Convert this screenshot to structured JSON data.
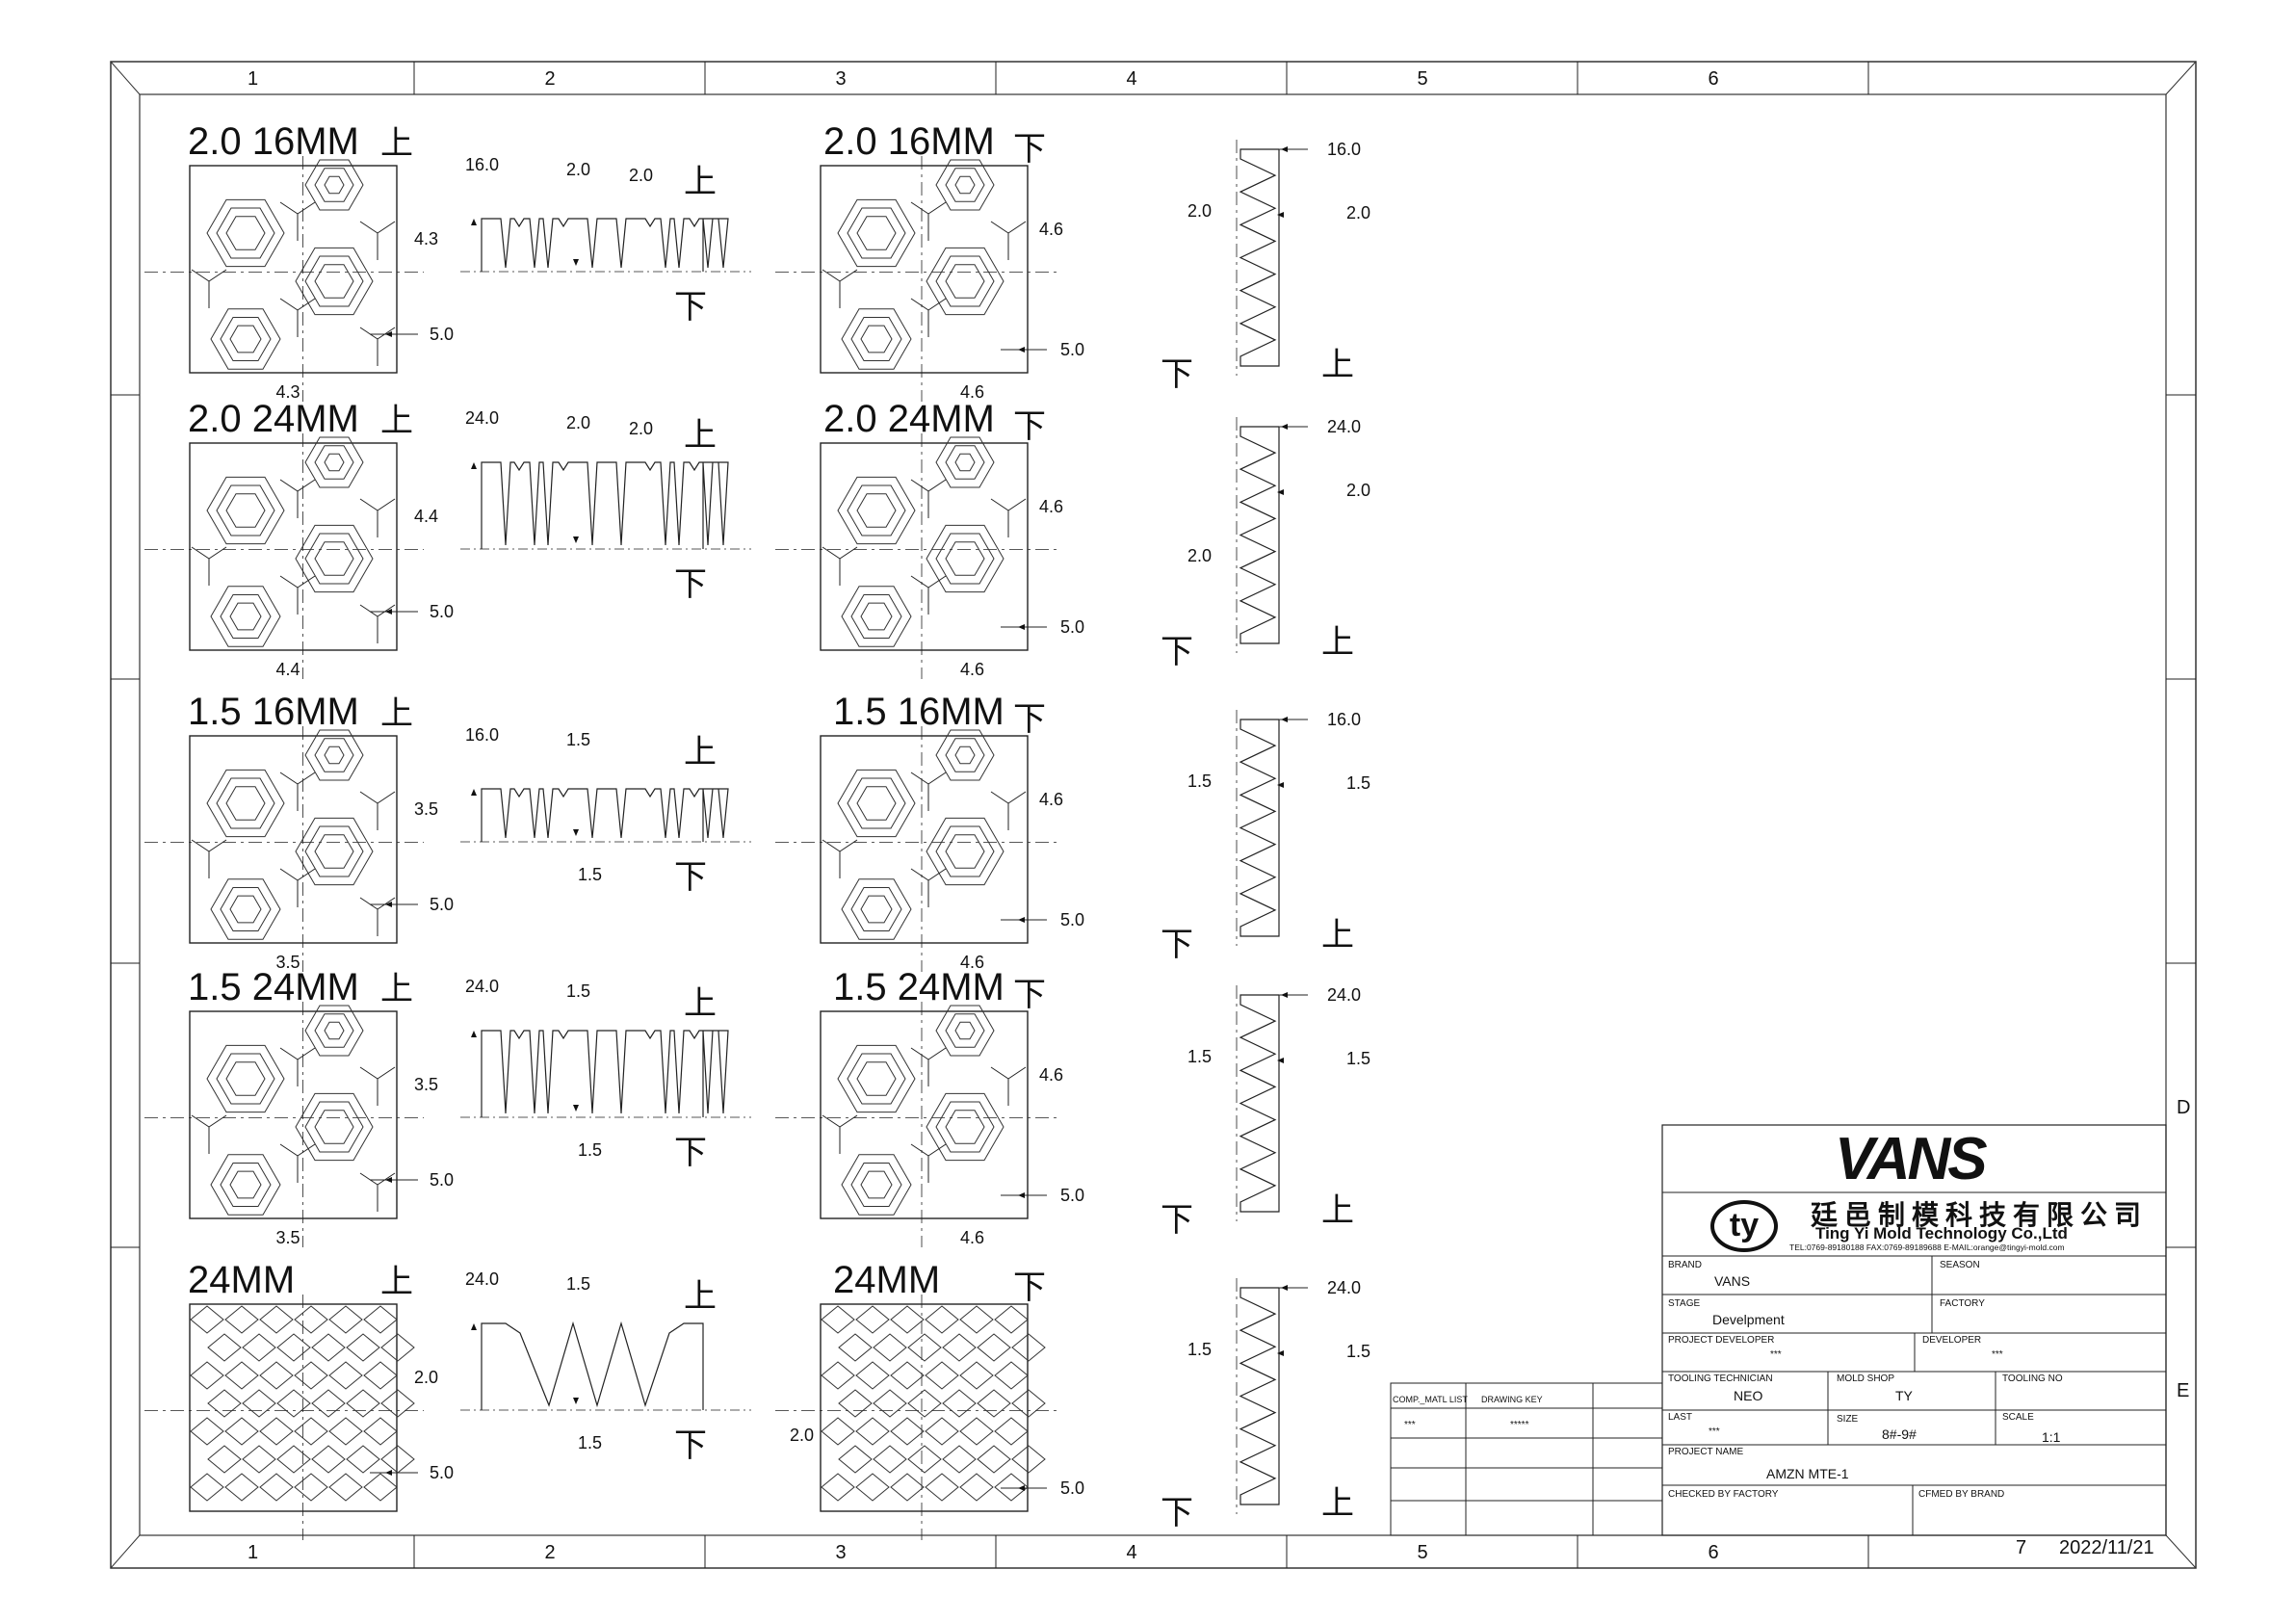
{
  "grid": {
    "columns": [
      "1",
      "2",
      "3",
      "4",
      "5",
      "6",
      "7"
    ],
    "rows": [
      "D",
      "E"
    ]
  },
  "rows": [
    {
      "left_title": "2.0 16MM",
      "left_mark": "上",
      "left_dims": [
        "4.3",
        "5.0",
        "4.3"
      ],
      "profile_dims": [
        "16.0",
        "2.0",
        "2.0"
      ],
      "profile_bottom": "",
      "profile_top_mark": "上",
      "profile_bottom_mark": "下",
      "right_title": "2.0 16MM",
      "right_mark": "下",
      "right_dims": [
        "4.6",
        "5.0",
        "4.6"
      ],
      "side_dims": [
        "16.0",
        "2.0",
        "2.0"
      ],
      "side_left_mark": "下",
      "side_right_mark": "上"
    },
    {
      "left_title": "2.0 24MM",
      "left_mark": "上",
      "left_dims": [
        "4.4",
        "5.0",
        "4.4"
      ],
      "profile_dims": [
        "24.0",
        "2.0",
        "2.0"
      ],
      "profile_bottom": "",
      "profile_top_mark": "上",
      "profile_bottom_mark": "下",
      "right_title": "2.0 24MM",
      "right_mark": "下",
      "right_dims": [
        "4.6",
        "5.0",
        "4.6"
      ],
      "side_dims": [
        "24.0",
        "2.0",
        "2.0"
      ],
      "side_left_mark": "下",
      "side_right_mark": "上"
    },
    {
      "left_title": "1.5 16MM",
      "left_mark": "上",
      "left_dims": [
        "3.5",
        "5.0",
        "3.5"
      ],
      "profile_dims": [
        "16.0",
        "1.5",
        ""
      ],
      "profile_bottom": "1.5",
      "profile_top_mark": "上",
      "profile_bottom_mark": "下",
      "right_title": "1.5 16MM",
      "right_mark": "下",
      "right_dims": [
        "4.6",
        "5.0",
        "4.6"
      ],
      "side_dims": [
        "16.0",
        "1.5",
        "1.5"
      ],
      "side_left_mark": "下",
      "side_right_mark": "上"
    },
    {
      "left_title": "1.5 24MM",
      "left_mark": "上",
      "left_dims": [
        "3.5",
        "5.0",
        "3.5"
      ],
      "profile_dims": [
        "24.0",
        "1.5",
        ""
      ],
      "profile_bottom": "1.5",
      "profile_top_mark": "上",
      "profile_bottom_mark": "下",
      "right_title": "1.5 24MM",
      "right_mark": "下",
      "right_dims": [
        "4.6",
        "5.0",
        "4.6"
      ],
      "side_dims": [
        "24.0",
        "1.5",
        "1.5"
      ],
      "side_left_mark": "下",
      "side_right_mark": "上"
    },
    {
      "left_title": "24MM",
      "left_mark": "上",
      "left_dims": [
        "2.0",
        "5.0",
        ""
      ],
      "profile_dims": [
        "24.0",
        "1.5",
        ""
      ],
      "profile_bottom": "1.5",
      "profile_top_mark": "上",
      "profile_bottom_mark": "下",
      "right_title": "24MM",
      "right_mark": "下",
      "right_dims": [
        "2.0",
        "5.0",
        ""
      ],
      "side_dims": [
        "24.0",
        "1.5",
        "1.5"
      ],
      "side_left_mark": "下",
      "side_right_mark": "上"
    }
  ],
  "revision_table": {
    "headers": [
      "COMP._MATL LIST",
      "DRAWING KEY"
    ],
    "values": [
      "***",
      "*****"
    ]
  },
  "title_block": {
    "brand_logo": "VANS",
    "company_cn": "廷邑制模科技有限公司",
    "company_en": "Ting Yi Mold Technology Co.,Ltd",
    "company_logo_text": "ty",
    "contact": "TEL:0769-89180188  FAX:0769-89189688  E-MAIL:orange@tingyi-mold.com",
    "brand_label": "BRAND",
    "brand": "VANS",
    "season_label": "SEASON",
    "season": "",
    "stage_label": "STAGE",
    "stage": "Develpment",
    "factory_label": "FACTORY",
    "factory": "",
    "project_developer_label": "PROJECT DEVELOPER",
    "project_developer": "***",
    "developer_label": "DEVELOPER",
    "developer": "***",
    "tooling_technician_label": "TOOLING TECHNICIAN",
    "tooling_technician": "NEO",
    "mold_shop_label": "MOLD SHOP",
    "mold_shop": "TY",
    "tooling_no_label": "TOOLING NO",
    "tooling_no": "",
    "last_label": "LAST",
    "last": "***",
    "size_label": "SIZE",
    "size": "8#-9#",
    "scale_label": "SCALE",
    "scale": "1:1",
    "project_name_label": "PROJECT NAME",
    "project_name": "AMZN MTE-1",
    "checked_label": "CHECKED BY FACTORY",
    "cfmed_label": "CFMED BY BRAND",
    "sheet_no": "7",
    "date": "2022/11/21"
  }
}
